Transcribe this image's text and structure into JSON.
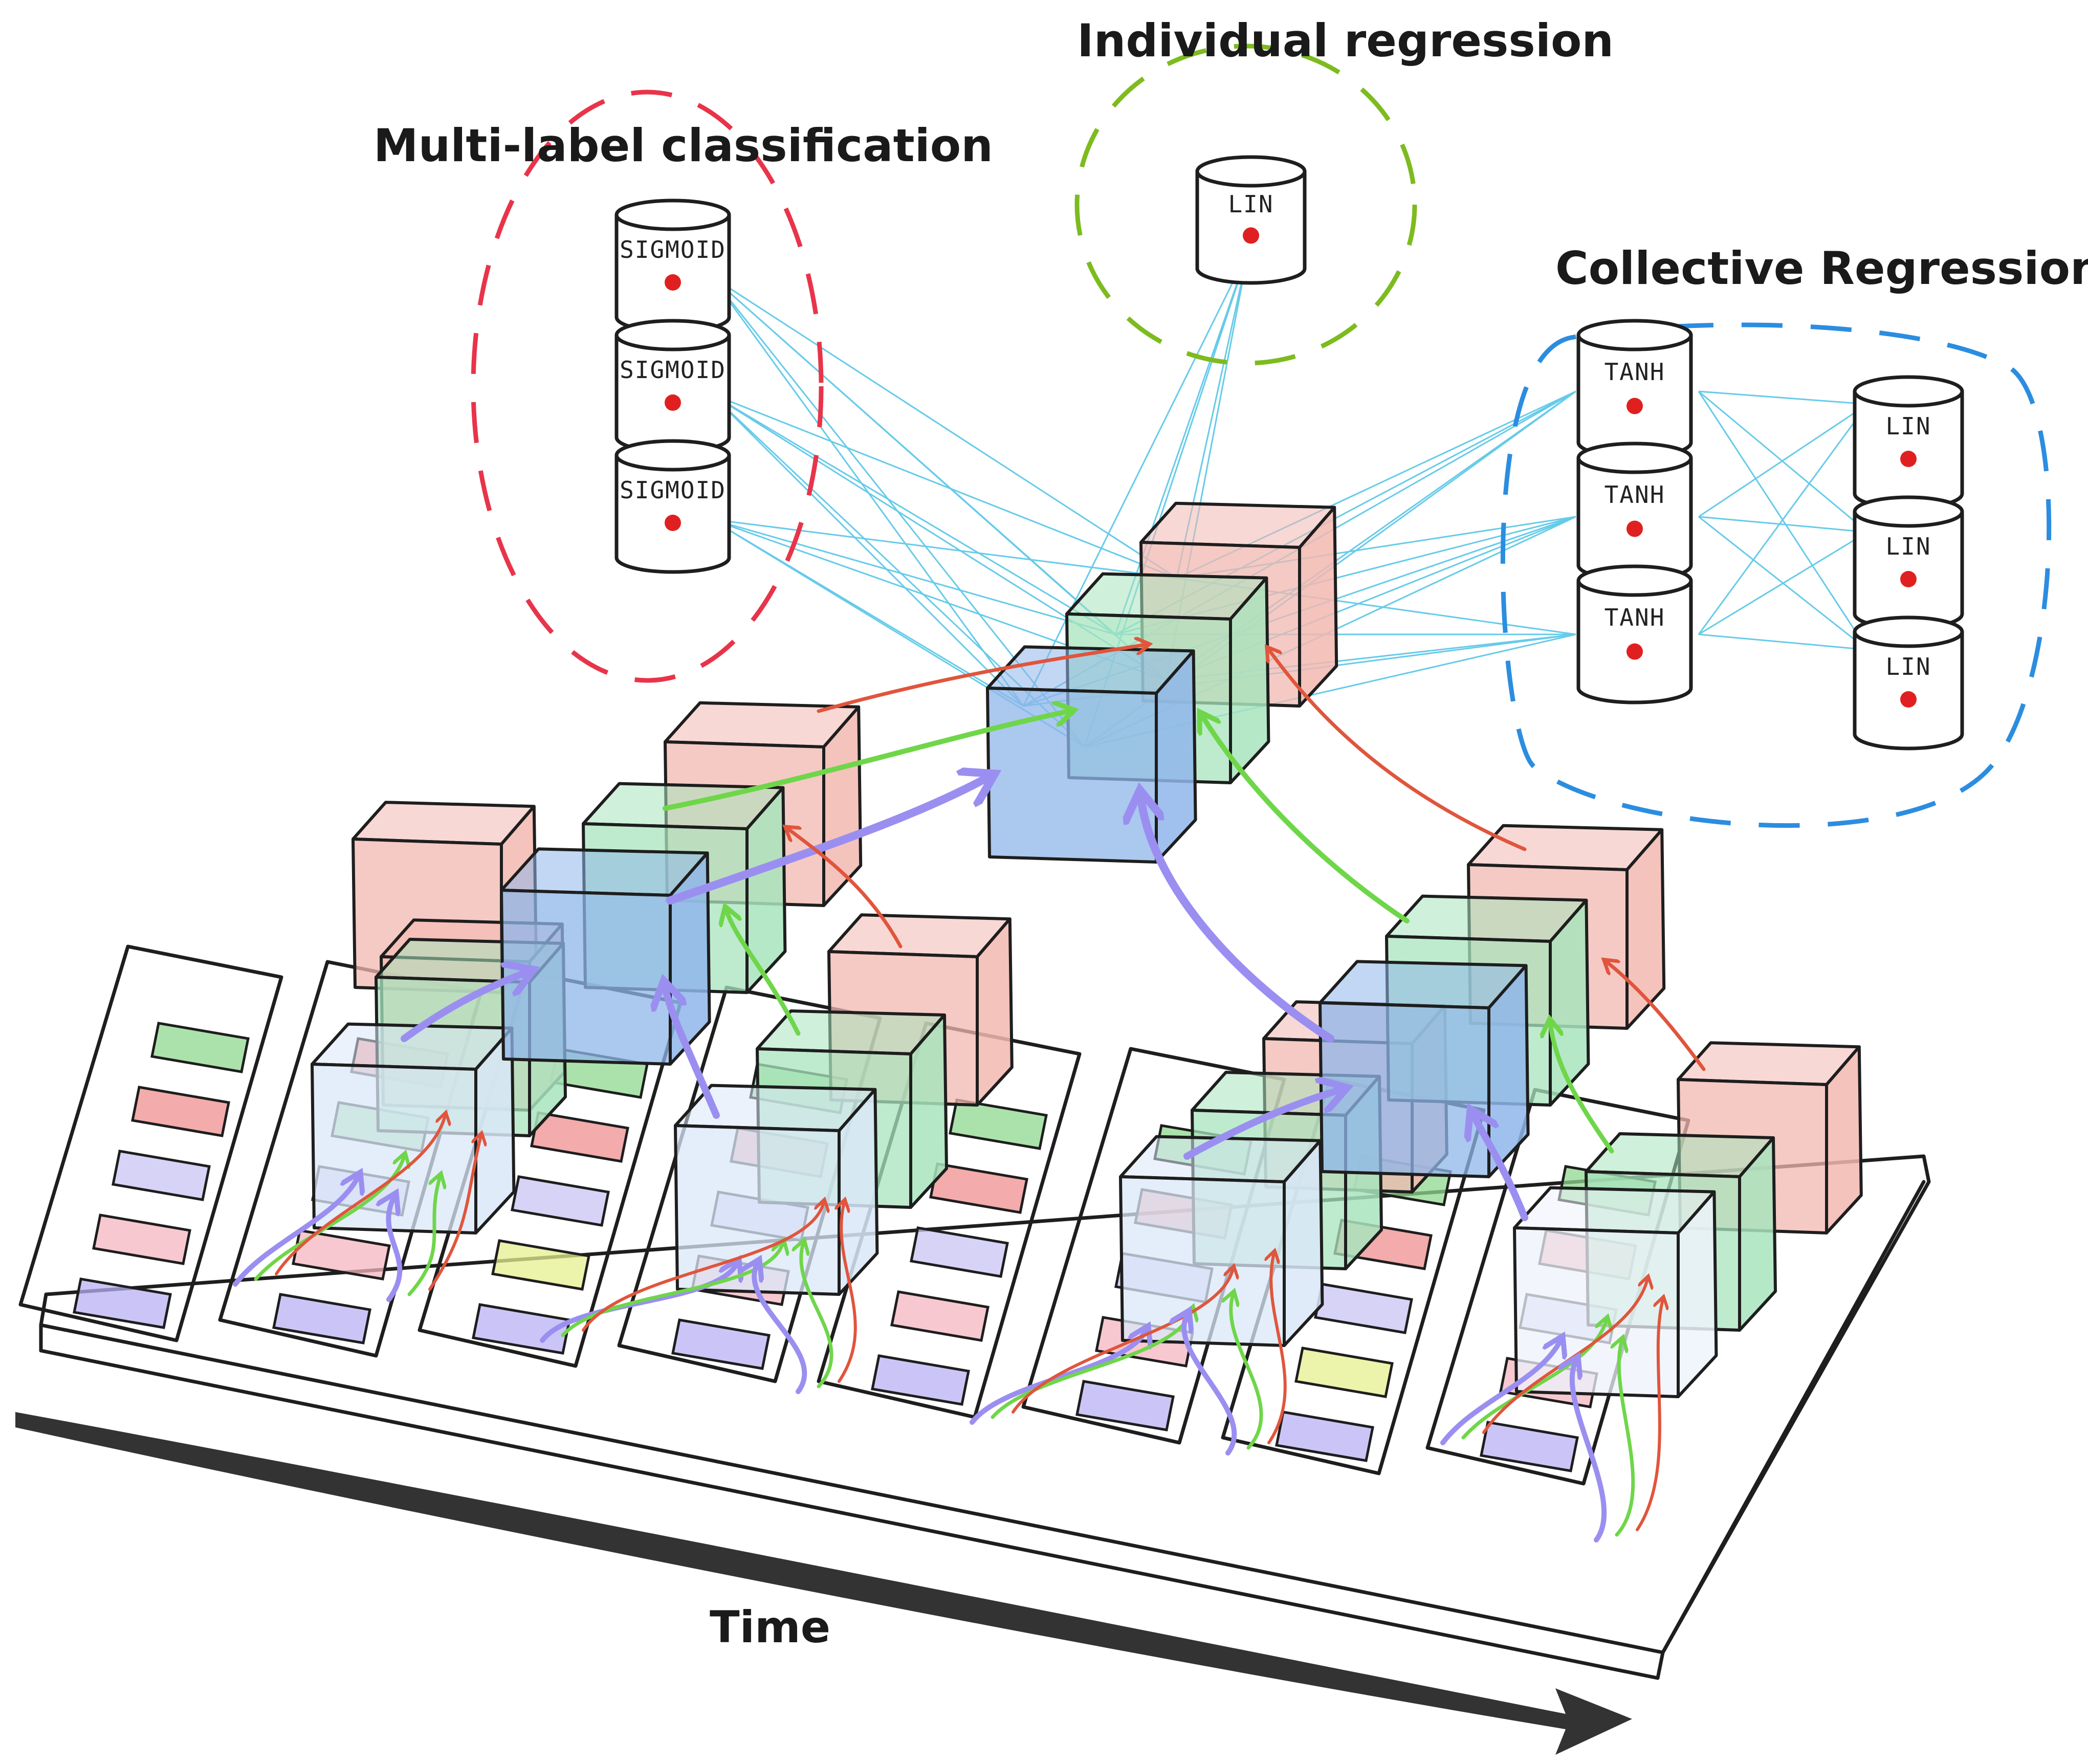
{
  "titles": {
    "multi_label": "Multi-label classification",
    "individual": "Individual regression",
    "collective": "Collective Regression",
    "time": "Time"
  },
  "heads": {
    "multi_label_units": [
      "SIGMOID",
      "SIGMOID",
      "SIGMOID"
    ],
    "individual_units": [
      "LIN"
    ],
    "collective_hidden_units": [
      "TANH",
      "TANH",
      "TANH"
    ],
    "collective_output_units": [
      "LIN",
      "LIN",
      "LIN"
    ]
  },
  "colors": {
    "multi_label_region": "#e8344a",
    "individual_region": "#7dbb1e",
    "collective_region": "#2b8de0",
    "connection_lines": "#4cc3e6",
    "unit_dot": "#e02020",
    "stream_blue": "#9a8ff0",
    "stream_green": "#6fd64a",
    "stream_red": "#e0553c",
    "cube_blue": "#8fb6ea",
    "cube_green": "#a8e4bd",
    "cube_red": "#f2b8b0",
    "cell_colors": [
      "#b9b2f4",
      "#e6ef8f",
      "#f4b5c0",
      "#c9c4f4",
      "#ef8f8f",
      "#8fd88f"
    ],
    "time_arrow": "#333333"
  },
  "layout_notes": {
    "time_slices": 8,
    "pyramid_levels": 3
  }
}
